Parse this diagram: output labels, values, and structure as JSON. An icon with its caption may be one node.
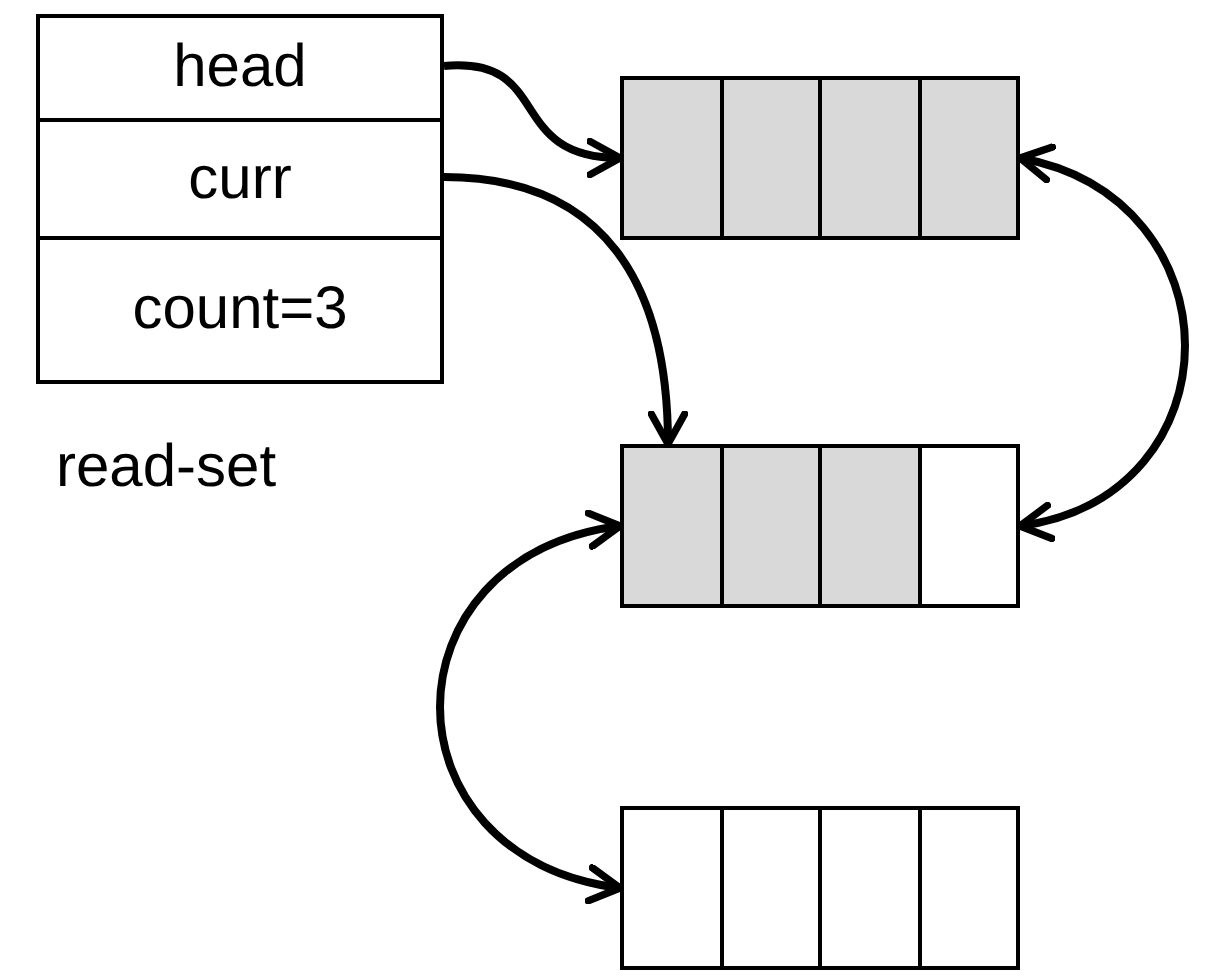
{
  "diagram": {
    "nodes": [
      {
        "text": [
          "read-set"
        ]
      },
      {
        "text": [
          "head"
        ],
        "in": 0
      },
      {
        "text": [
          "curr"
        ],
        "in": 0
      },
      {
        "text": [
          "count=3"
        ],
        "in": 0
      },
      {
        "text": [],
        "shape": "box"
      },
      {
        "text": [],
        "shape": "box"
      },
      {
        "text": [],
        "shape": "box"
      }
    ],
    "edges": [
      {
        "from": 1,
        "to": 4,
        "arrow": "to"
      },
      {
        "from": 2,
        "to": 5,
        "arrow": "to"
      },
      {
        "from": 4,
        "to": 5,
        "arrow": "both"
      },
      {
        "from": 5,
        "to": 6,
        "arrow": "both"
      }
    ]
  }
}
